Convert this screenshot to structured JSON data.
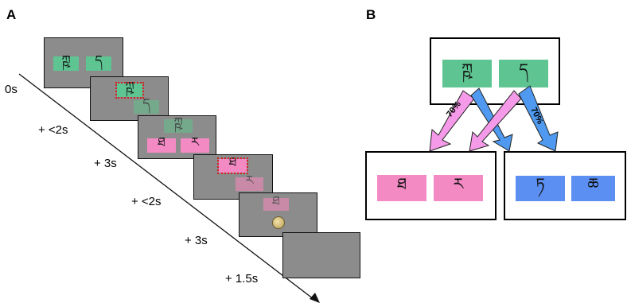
{
  "panels": {
    "a_label": "A",
    "b_label": "B"
  },
  "timeline": {
    "labels": [
      "0s",
      "+ <2s",
      "+ 3s",
      "+ <2s",
      "+ 3s",
      "+ 1.5s"
    ]
  },
  "glyphs": {
    "first_left": "ཀྵ",
    "first_right": "ད",
    "second_left": "ཐ",
    "second_right": "ཪ",
    "third_left": "ཏ",
    "third_right": "ཆ"
  },
  "panel_b": {
    "prob_left": "70%",
    "prob_right": "70%"
  },
  "colors": {
    "stage1": "#5ec592",
    "stage2_pink": "#f48ac4",
    "stage2_blue": "#5b8ff2",
    "arrow_pink": "#f49ae8",
    "arrow_blue": "#4f9af0"
  }
}
